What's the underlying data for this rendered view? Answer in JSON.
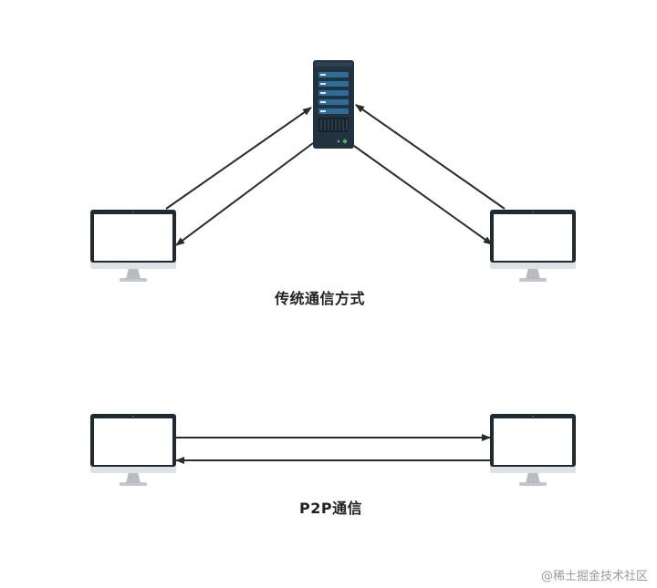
{
  "captions": {
    "traditional": "传统通信方式",
    "p2p": "P2P通信"
  },
  "watermark": "@稀土掘金技术社区",
  "icons": {
    "server": "server-icon",
    "computer": "monitor-icon"
  },
  "colors": {
    "arrow": "#2b2b2b",
    "monitor_frame": "#1f2a33",
    "monitor_stand": "#c4c8cc",
    "server_body": "#22323f",
    "server_accent": "#4f8db8"
  }
}
